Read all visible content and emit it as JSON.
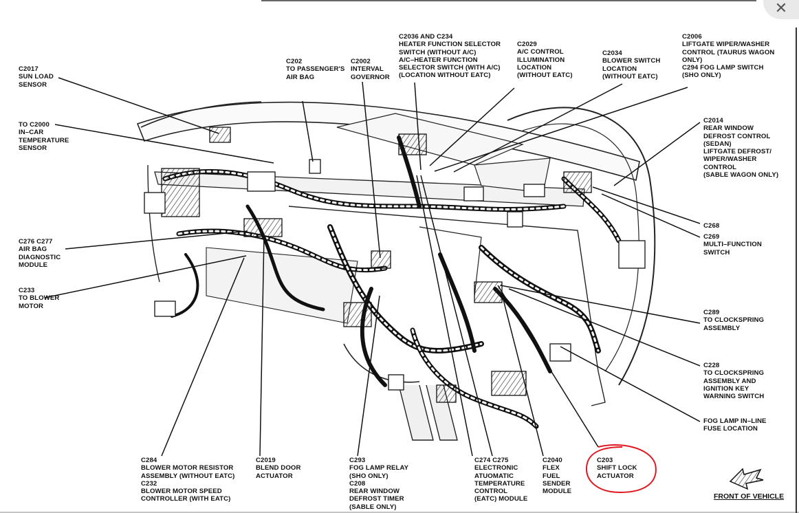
{
  "callouts": {
    "c2017": "C2017\nSUN LOAD\nSENSOR",
    "c2000": "TO C2000\nIN–CAR\nTEMPERATURE\nSENSOR",
    "c276": "C276 C277\nAIR BAG\nDIAGNOSTIC\nMODULE",
    "c233": "C233\nTO BLOWER\nMOTOR",
    "c202": "C202\nTO PASSENGER'S\nAIR BAG",
    "c2002": "C2002\nINTERVAL\nGOVERNOR",
    "c2036": "C2036 AND C234\nHEATER FUNCTION SELECTOR\nSWITCH (WITHOUT A/C)\nA/C–HEATER FUNCTION\nSELECTOR SWITCH (WITH A/C)\n(LOCATION WITHOUT EATC)",
    "c2029": "C2029\nA/C CONTROL\nILLUMINATION\nLOCATION\n(WITHOUT EATC)",
    "c2034": "C2034\nBLOWER SWITCH\nLOCATION\n(WITHOUT EATC)",
    "c2006": "C2006\nLIFTGATE WIPER/WASHER\nCONTROL (TAURUS WAGON\nONLY)\nC294 FOG LAMP SWITCH\n(SHO ONLY)",
    "c2014": "C2014\nREAR WINDOW\nDEFROST CONTROL\n(SEDAN)\nLIFTGATE DEFROST/\nWIPER/WASHER\nCONTROL\n(SABLE WAGON ONLY)",
    "c268": "C268",
    "c269": "C269\nMULTI–FUNCTION\nSWITCH",
    "c289": "C289\nTO CLOCKSPRING\nASSEMBLY",
    "c228": "C228\nTO CLOCKSPRING\nASSEMBLY AND\nIGNITION KEY\nWARNING SWITCH",
    "fog_fuse": "FOG LAMP IN–LINE\nFUSE LOCATION",
    "c284": "C284\nBLOWER MOTOR RESISTOR\nASSEMBLY (WITHOUT EATC)\nC232\nBLOWER MOTOR SPEED\nCONTROLLER (WITH EATC)",
    "c2019": "C2019\nBLEND DOOR\nACTUATOR",
    "c293": "C293\nFOG LAMP RELAY\n(SHO ONLY)\nC208\nREAR WINDOW\nDEFROST TIMER\n(SABLE ONLY)",
    "c274": "C274 C275\nELECTRONIC\nATUOMATIC\nTEMPERATURE\nCONTROL\n(EATC) MODULE",
    "c2040": "C2040\nFLEX\nFUEL\nSENDER\nMODULE",
    "c203": "C203\nSHIFT LOCK\nACTUATOR"
  },
  "front_label": "FRONT OF VEHICLE",
  "highlight_color": "#e0171f",
  "close_icon": "✕"
}
